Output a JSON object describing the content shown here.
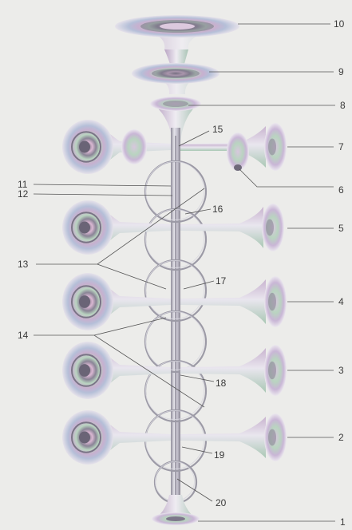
{
  "figure": {
    "callouts": [
      {
        "id": "c1",
        "label": "1"
      },
      {
        "id": "c2",
        "label": "2"
      },
      {
        "id": "c3",
        "label": "3"
      },
      {
        "id": "c4",
        "label": "4"
      },
      {
        "id": "c5",
        "label": "5"
      },
      {
        "id": "c6",
        "label": "6"
      },
      {
        "id": "c7",
        "label": "7"
      },
      {
        "id": "c8",
        "label": "8"
      },
      {
        "id": "c9",
        "label": "9"
      },
      {
        "id": "c10",
        "label": "10"
      },
      {
        "id": "c11",
        "label": "11"
      },
      {
        "id": "c12",
        "label": "12"
      },
      {
        "id": "c13",
        "label": "13"
      },
      {
        "id": "c14",
        "label": "14"
      },
      {
        "id": "c15",
        "label": "15"
      },
      {
        "id": "c16",
        "label": "16"
      },
      {
        "id": "c17",
        "label": "17"
      },
      {
        "id": "c18",
        "label": "18"
      },
      {
        "id": "c19",
        "label": "19"
      },
      {
        "id": "c20",
        "label": "20"
      }
    ],
    "colors": {
      "background": "#ececea",
      "tube": "#a8a6b2",
      "tube_light": "#e4e3ea",
      "iridescent_pink": "#d9b7d2",
      "iridescent_green": "#b9d4c0",
      "iridescent_blue": "#b5bfd8",
      "dark_core": "#6f6a7a",
      "leader": "#555555",
      "label": "#3a3a3a"
    }
  }
}
